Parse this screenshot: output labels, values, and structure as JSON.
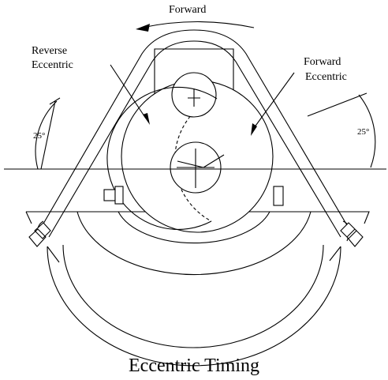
{
  "title": "Eccentric Timing",
  "labels": {
    "forward": "Forward",
    "reverse_eccentric": [
      "Reverse",
      "Eccentric"
    ],
    "forward_eccentric": [
      "Forward",
      "Eccentric"
    ],
    "angle_left": "25°",
    "angle_right": "25°"
  },
  "colors": {
    "line": "#000000",
    "background": "#ffffff"
  }
}
